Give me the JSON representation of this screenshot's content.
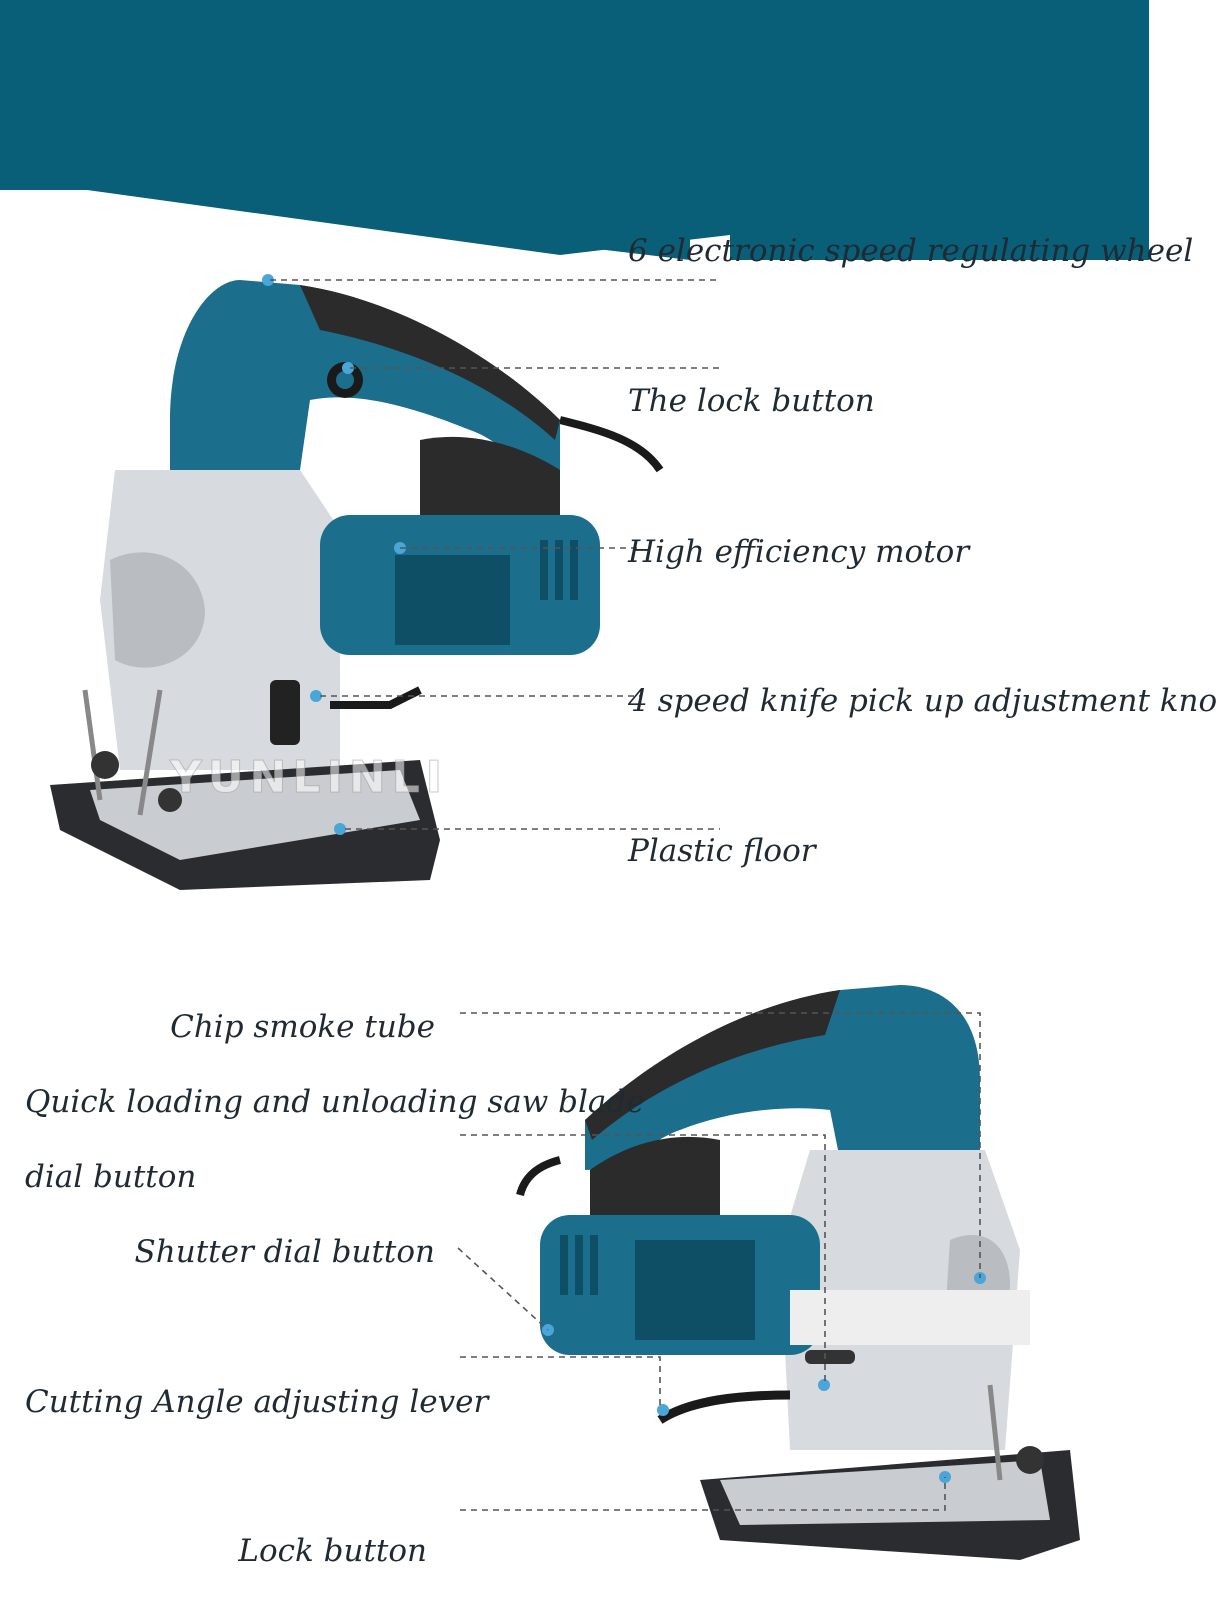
{
  "colors": {
    "banner": "#0a5f78",
    "tool_body": "#1c6f8c",
    "tool_body_dark": "#0f4f66",
    "grip": "#2b2b2b",
    "housing": "#d7dade",
    "base": "#2a2c30",
    "marker": "#4aa6d8",
    "leader": "#555555"
  },
  "callouts_top": [
    {
      "label": "6 electronic speed regulating  wheel"
    },
    {
      "label": "The lock button"
    },
    {
      "label": "High efficiency motor"
    },
    {
      "label": "4 speed knife pick up adjustment kno"
    },
    {
      "label": "Plastic floor"
    }
  ],
  "callouts_bottom": [
    {
      "label": "Chip smoke tube"
    },
    {
      "label": "Quick loading and unloading saw blade"
    },
    {
      "label": "dial button"
    },
    {
      "label": "Shutter dial button"
    },
    {
      "label": "Cutting Angle adjusting lever"
    },
    {
      "label": "Lock button"
    }
  ],
  "watermark": "YUNLINLI"
}
